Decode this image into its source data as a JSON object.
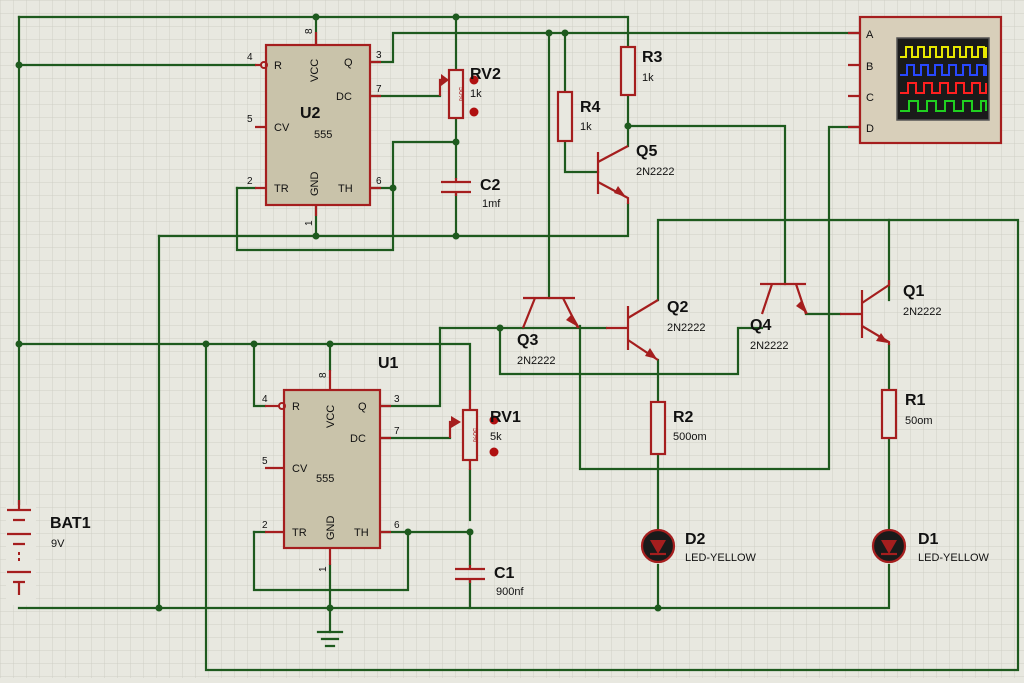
{
  "colors": {
    "wire": "#1e5a1e",
    "component": "#a51e1e",
    "ic_body": "#c9c3aa",
    "grid": "#cfcfc6",
    "background": "#e8e8e0"
  },
  "u2": {
    "ref": "U2",
    "type": "555",
    "pins": {
      "reset": "R",
      "vcc": "VCC",
      "q": "Q",
      "dc": "DC",
      "cv": "CV",
      "tr": "TR",
      "gnd": "GND",
      "th": "TH"
    },
    "nums": {
      "p4": "4",
      "p8": "8",
      "p3": "3",
      "p7": "7",
      "p5": "5",
      "p2": "2",
      "p1": "1",
      "p6": "6"
    }
  },
  "u1": {
    "ref": "U1",
    "type": "555",
    "pins": {
      "reset": "R",
      "vcc": "VCC",
      "q": "Q",
      "dc": "DC",
      "cv": "CV",
      "tr": "TR",
      "gnd": "GND",
      "th": "TH"
    },
    "nums": {
      "p4": "4",
      "p8": "8",
      "p3": "3",
      "p7": "7",
      "p5": "5",
      "p2": "2",
      "p1": "1",
      "p6": "6"
    }
  },
  "rv2": {
    "ref": "RV2",
    "value": "1k",
    "body_text": "50%"
  },
  "rv1": {
    "ref": "RV1",
    "value": "5k",
    "body_text": "50%"
  },
  "c2": {
    "ref": "C2",
    "value": "1mf"
  },
  "c1": {
    "ref": "C1",
    "value": "900nf"
  },
  "r3": {
    "ref": "R3",
    "value": "1k"
  },
  "r4": {
    "ref": "R4",
    "value": "1k"
  },
  "r2": {
    "ref": "R2",
    "value": "500om"
  },
  "r1": {
    "ref": "R1",
    "value": "50om"
  },
  "q5": {
    "ref": "Q5",
    "type": "2N2222"
  },
  "q3": {
    "ref": "Q3",
    "type": "2N2222"
  },
  "q2": {
    "ref": "Q2",
    "type": "2N2222"
  },
  "q4": {
    "ref": "Q4",
    "type": "2N2222"
  },
  "q1": {
    "ref": "Q1",
    "type": "2N2222"
  },
  "d2": {
    "ref": "D2",
    "type": "LED-YELLOW"
  },
  "d1": {
    "ref": "D1",
    "type": "LED-YELLOW"
  },
  "bat1": {
    "ref": "BAT1",
    "value": "9V"
  },
  "scope": {
    "channels": [
      "A",
      "B",
      "C",
      "D"
    ],
    "trace_colors": [
      "#e8e800",
      "#2848ff",
      "#ff2020",
      "#20d020"
    ]
  }
}
